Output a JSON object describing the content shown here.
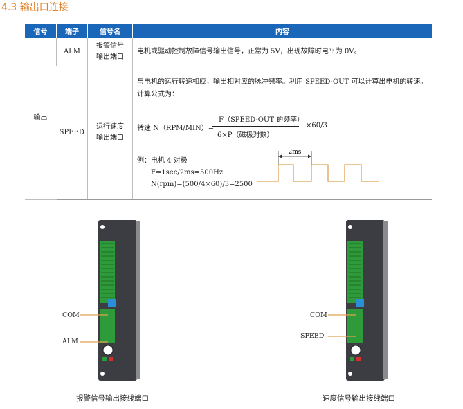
{
  "section": {
    "title": "4.3  输出口连接"
  },
  "table": {
    "headers": [
      "信号",
      "端子",
      "信号名",
      "内容"
    ],
    "group_label": "输出",
    "rows": [
      {
        "terminal": "ALM",
        "name_line1": "报警信号",
        "name_line2": "输出端口",
        "content": "电机或驱动控制故障信号输出信号，正常为 5V，出现故障时电平为 0V。"
      },
      {
        "terminal": "SPEED",
        "name_line1": "运行速度",
        "name_line2": "输出端口",
        "content": {
          "description": "与电机的运行转速相应，输出相对应的脉冲频率。利用 SPEED-OUT 可以计算出电机的转速。计算公式为：",
          "formula_lhs": "转速 N（RPM/MIN）=",
          "formula_numerator": "F（SPEED-OUT 的频率）",
          "formula_denominator": "6×P（磁极对数）",
          "formula_tail": "×60/3",
          "example_line1": "例：电机 4 对极",
          "example_line2": "F=1sec/2ms=500Hz",
          "example_line3": "N(rpm)=(500/4×60)/3=2500",
          "pulse_period_label": "2ms"
        }
      }
    ]
  },
  "diagrams": [
    {
      "caption": "报警信号输出接线端口",
      "label_com": "COM",
      "label_signal": "ALM"
    },
    {
      "caption": "速度信号输出接线端口",
      "label_com": "COM",
      "label_signal": "SPEED"
    }
  ],
  "colors": {
    "header_bg": "#1a66b8",
    "title": "#e0812a",
    "terminal_green": "#2e9a3a",
    "driver_dark": "#3c3d42",
    "wire": "#e0a050"
  }
}
